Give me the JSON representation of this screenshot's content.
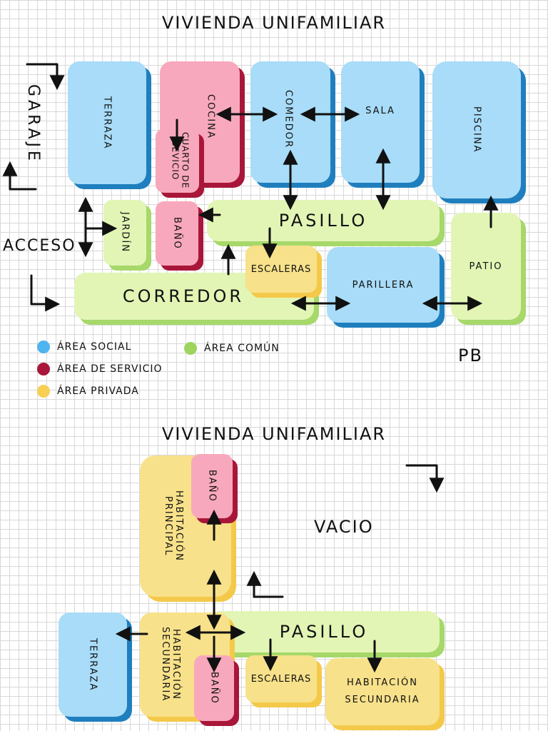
{
  "pb": {
    "title": "VIVIENDA UNIFAMILIAR",
    "level_label": "PB",
    "rooms": {
      "terraza": "TERRAZA",
      "cocina": "COCINA",
      "cuarto_servicio": "CUARTO DE SEVICIO",
      "comedor": "COMEDOR",
      "sala": "SALA",
      "piscina": "PISCINA",
      "pasillo": "PASILLO",
      "jardin": "JARDÍN",
      "bano": "BAÑO",
      "escaleras": "ESCALERAS",
      "parillera": "PARILLERA",
      "patio": "PATIO",
      "corredor": "CORREDOR"
    },
    "labels": {
      "garaje": "GARAJE",
      "acceso": "ACCESO"
    }
  },
  "legend": [
    {
      "label": "ÁREA SOCIAL",
      "color": "#4fb4ef"
    },
    {
      "label": "ÁREA DE SERVICIO",
      "color": "#a8163a"
    },
    {
      "label": "ÁREA PRIVADA",
      "color": "#f6cf54"
    },
    {
      "label": "ÁREA COMÚN",
      "color": "#9ed45f"
    }
  ],
  "pa": {
    "title": "VIVIENDA UNIFAMILIAR",
    "vacio": "VACIO",
    "rooms": {
      "habitacion_principal": "HABITACIÓN PRINCIPAL",
      "bano_top": "BAÑO",
      "terraza": "TERRAZA",
      "habitacion_secundaria_left": "HABITACIÓN SECUNDARIA",
      "bano_bottom": "BAÑO",
      "pasillo": "PASILLO",
      "escaleras": "ESCALERAS",
      "habitacion_secundaria_right": "HABITACIÓN SECUNDARIA"
    }
  }
}
